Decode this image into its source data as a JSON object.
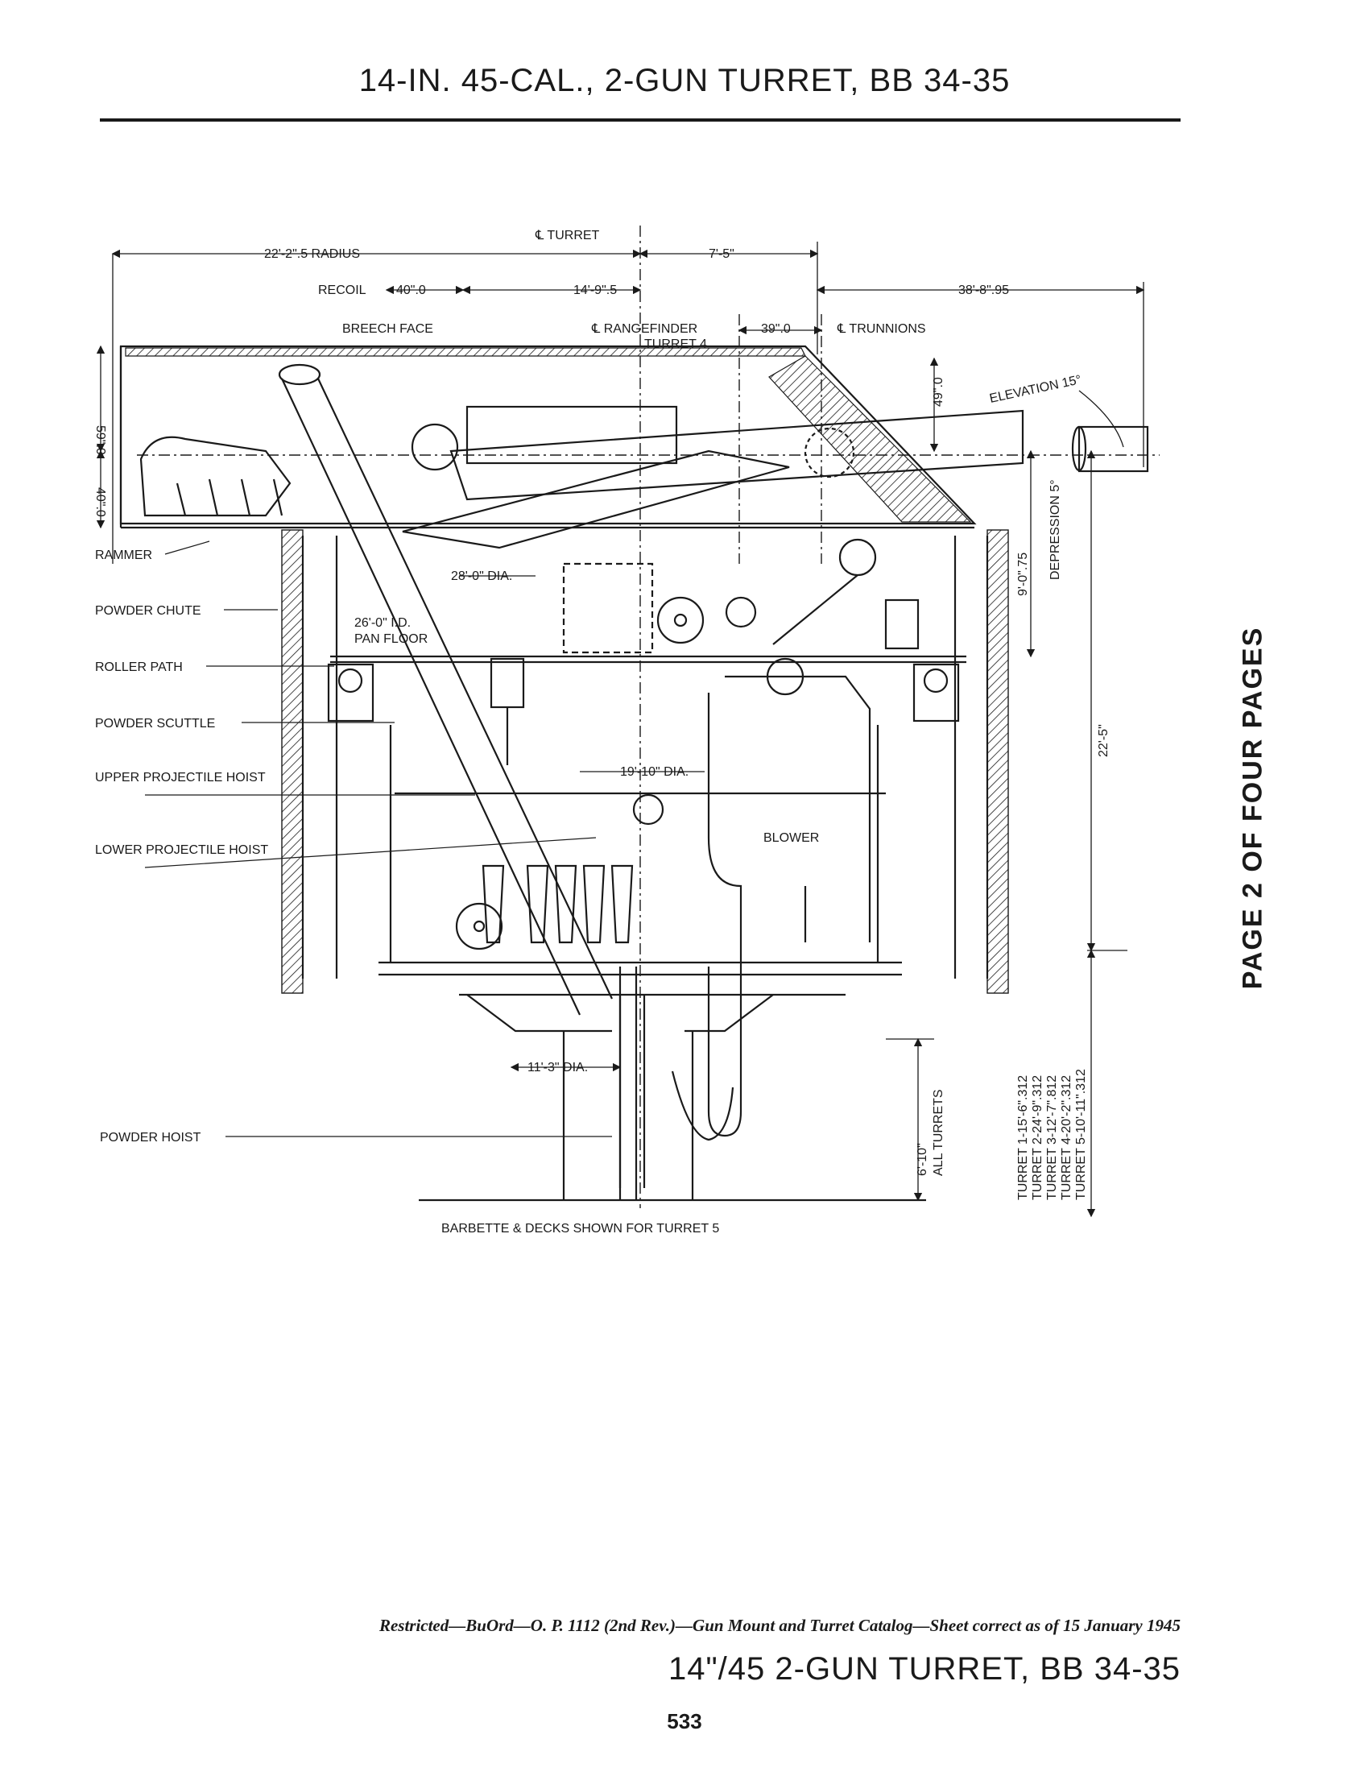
{
  "page": {
    "title": "14-IN. 45-CAL., 2-GUN TURRET, BB 34-35",
    "side_note": "PAGE 2 OF FOUR PAGES",
    "footer_reference": "Restricted—BuOrd—O. P. 1112 (2nd Rev.)—Gun Mount and Turret Catalog—Sheet correct as of 15 January 1945",
    "footer_title": "14\"/45 2-GUN TURRET, BB 34-35",
    "page_number": "533"
  },
  "drawing": {
    "dimensions": {
      "turret_centerline": "℄ TURRET",
      "radius": "22'-2\".5 RADIUS",
      "trunnion_offset": "7'-5\"",
      "recoil_label": "RECOIL",
      "recoil_value": "40\".0",
      "breech_to_center": "14'-9\".5",
      "overall_length": "38'-8\".95",
      "breech_face": "BREECH FACE",
      "rangefinder": "℄ RANGEFINDER",
      "rangefinder_turret": "TURRET 4",
      "rangefinder_offset": "39\".0",
      "trunnions": "℄ TRUNNIONS",
      "height_left_upper": "59\".0",
      "height_left_lower": "40\".0",
      "trunnion_height": "49\".0",
      "elevation": "ELEVATION 15°",
      "depression": "DEPRESSION 5°",
      "height_9": "9'-0\".75",
      "height_22": "22'-5\"",
      "dia_28": "28'-0\" DIA.",
      "dia_26": "26'-0\" I.D.",
      "pan_floor": "PAN FLOOR",
      "dia_19": "19'-10\" DIA.",
      "dia_11": "11'-3\" DIA.",
      "all_turrets_value": "6'-10\"",
      "all_turrets_label": "ALL TURRETS",
      "blower": "BLOWER",
      "barbette_note": "BARBETTE & DECKS SHOWN FOR TURRET 5",
      "turret_heights": [
        "TURRET 1-15'-6\".312",
        "TURRET 2-24'-9\".312",
        "TURRET 3-12'-7\".812",
        "TURRET 4-20'-2\".312",
        "TURRET 5-10'-11\".312"
      ]
    },
    "callouts": [
      "RAMMER",
      "POWDER CHUTE",
      "ROLLER PATH",
      "POWDER SCUTTLE",
      "UPPER PROJECTILE HOIST",
      "LOWER PROJECTILE HOIST",
      "POWDER HOIST"
    ]
  }
}
